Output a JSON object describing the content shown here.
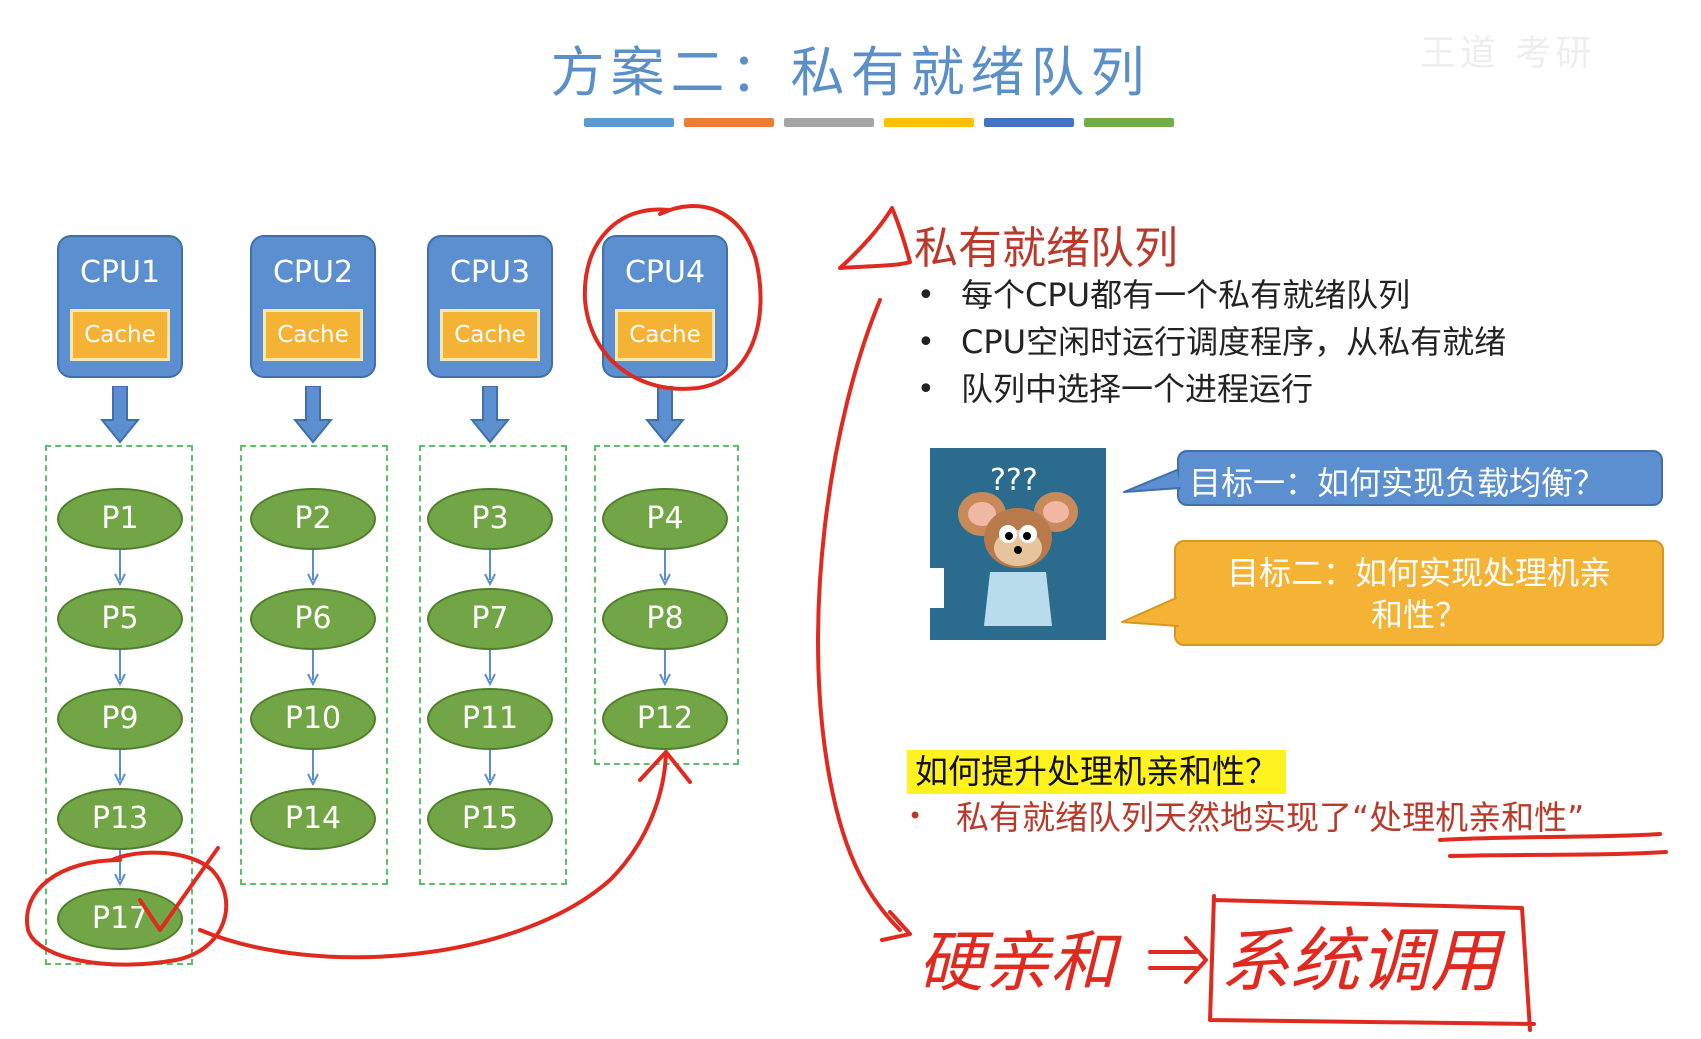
{
  "title": "方案二：私有就绪队列",
  "watermark": "王道 考研",
  "title_bar_colors": [
    "#5b9bd5",
    "#ed7d31",
    "#a5a5a5",
    "#ffc000",
    "#4472c4",
    "#70ad47"
  ],
  "cache_label": "Cache",
  "cpus": [
    {
      "label": "CPU1",
      "processes": [
        "P1",
        "P5",
        "P9",
        "P13",
        "P17"
      ]
    },
    {
      "label": "CPU2",
      "processes": [
        "P2",
        "P6",
        "P10",
        "P14"
      ]
    },
    {
      "label": "CPU3",
      "processes": [
        "P3",
        "P7",
        "P11",
        "P15"
      ]
    },
    {
      "label": "CPU4",
      "processes": [
        "P4",
        "P8",
        "P12"
      ]
    }
  ],
  "section": {
    "heading": "私有就绪队列",
    "bullets": [
      "每个CPU都有一个私有就绪队列",
      "CPU空闲时运行调度程序，从私有就绪",
      "队列中选择一个进程运行"
    ]
  },
  "image": {
    "caption": "???"
  },
  "goals": {
    "goal1": "目标一：如何实现负载均衡？",
    "goal2_line1": "目标二：如何实现处理机亲",
    "goal2_line2": "和性？"
  },
  "affinity": {
    "question": "如何提升处理机亲和性？",
    "answer_prefix": "私有就绪队列天然地实现了",
    "answer_quote": "“处理机亲和性”"
  },
  "handwriting": {
    "left": "硬亲和",
    "right": "系统调用"
  },
  "colors": {
    "cpu_blue": "#5b8fd0",
    "cache_orange": "#f5b335",
    "process_green": "#72a545",
    "queue_border": "#5cbf6a",
    "title_blue": "#5b8fc7",
    "ink_red": "#e02a20",
    "highlight_yellow": "#fff21f"
  }
}
